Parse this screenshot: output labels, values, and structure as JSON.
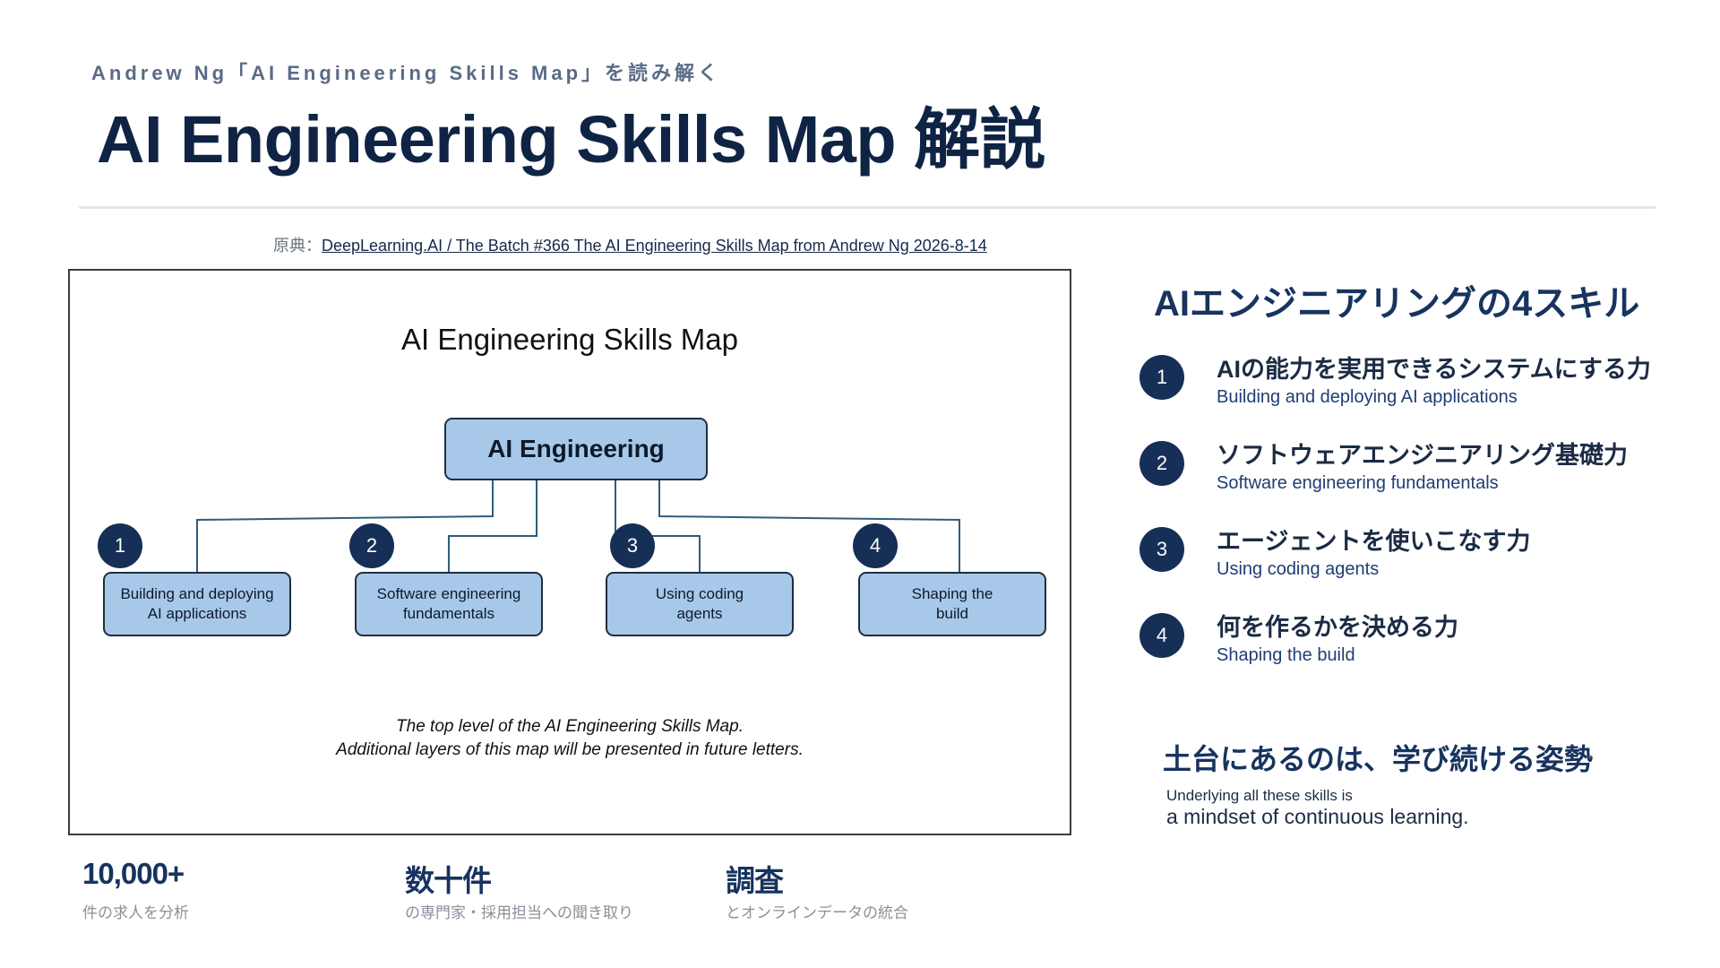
{
  "header": {
    "kicker": "Andrew Ng「AI Engineering Skills Map」を読み解く",
    "title": "AI Engineering Skills Map 解説"
  },
  "source": {
    "prefix": "原典：",
    "link_text": "DeepLearning.AI / The Batch #366 The AI Engineering Skills Map from Andrew Ng 2026-8-14"
  },
  "figure": {
    "title": "AI Engineering Skills Map",
    "root": "AI Engineering",
    "children": [
      {
        "num": "1",
        "label": "Building and deploying\nAI applications"
      },
      {
        "num": "2",
        "label": "Software engineering\nfundamentals"
      },
      {
        "num": "3",
        "label": "Using coding\nagents"
      },
      {
        "num": "4",
        "label": "Shaping the\nbuild"
      }
    ],
    "caption": "The top level of the AI Engineering Skills Map.\nAdditional layers of this map will be presented in future letters."
  },
  "right": {
    "heading": "AIエンジニアリングの4スキル",
    "skills": [
      {
        "num": "1",
        "jp": "AIの能力を実用できるシステムにする力",
        "en": "Building and deploying AI applications"
      },
      {
        "num": "2",
        "jp": "ソフトウェアエンジニアリング基礎力",
        "en": "Software engineering fundamentals"
      },
      {
        "num": "3",
        "jp": "エージェントを使いこなす力",
        "en": "Using coding agents"
      },
      {
        "num": "4",
        "jp": "何を作るかを決める力",
        "en": "Shaping the build"
      }
    ],
    "foundation": {
      "jp": "土台にあるのは、学び続ける姿勢",
      "en_line1": "Underlying all these skills is",
      "en_line2": "a mindset of continuous learning."
    }
  },
  "stats": [
    {
      "value": "10,000+",
      "label": "件の求人を分析"
    },
    {
      "value": "数十件",
      "label": "の専門家・採用担当への聞き取り"
    },
    {
      "value": "調査",
      "label": "とオンラインデータの統合"
    }
  ],
  "colors": {
    "navy": "#162f56",
    "box_fill": "#a8c8ea",
    "connector": "#2f5d7c"
  }
}
